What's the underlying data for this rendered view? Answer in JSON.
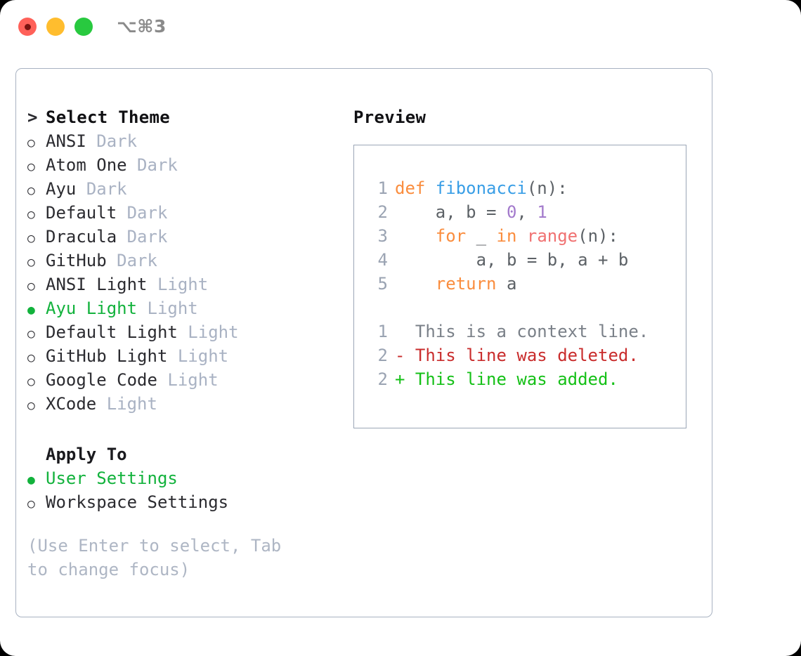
{
  "window": {
    "shortcut": "⌥⌘3",
    "traffic_lights": [
      "close-red",
      "minimize-yellow",
      "zoom-green"
    ]
  },
  "left": {
    "heading": "Select Theme",
    "heading_marker": ">",
    "themes": [
      {
        "name": "ANSI",
        "tag": "Dark",
        "selected": false
      },
      {
        "name": "Atom One",
        "tag": "Dark",
        "selected": false
      },
      {
        "name": "Ayu",
        "tag": "Dark",
        "selected": false
      },
      {
        "name": "Default",
        "tag": "Dark",
        "selected": false
      },
      {
        "name": "Dracula",
        "tag": "Dark",
        "selected": false
      },
      {
        "name": "GitHub",
        "tag": "Dark",
        "selected": false
      },
      {
        "name": "ANSI Light",
        "tag": "Light",
        "selected": false
      },
      {
        "name": "Ayu Light",
        "tag": "Light",
        "selected": true
      },
      {
        "name": "Default Light",
        "tag": "Light",
        "selected": false
      },
      {
        "name": "GitHub Light",
        "tag": "Light",
        "selected": false
      },
      {
        "name": "Google Code",
        "tag": "Light",
        "selected": false
      },
      {
        "name": "XCode",
        "tag": "Light",
        "selected": false
      }
    ],
    "apply_to_heading": "Apply To",
    "apply_to_options": [
      {
        "name": "User Settings",
        "selected": true
      },
      {
        "name": "Workspace Settings",
        "selected": false
      }
    ],
    "hint": "(Use Enter to select, Tab to change focus)"
  },
  "right": {
    "preview_title": "Preview",
    "code_lines": [
      {
        "num": "1",
        "tokens": [
          {
            "t": "def ",
            "c": "kw"
          },
          {
            "t": "fibonacci",
            "c": "fn"
          },
          {
            "t": "(n):",
            "c": "plain"
          }
        ]
      },
      {
        "num": "2",
        "tokens": [
          {
            "t": "    a, b = ",
            "c": "plain"
          },
          {
            "t": "0",
            "c": "num"
          },
          {
            "t": ", ",
            "c": "plain"
          },
          {
            "t": "1",
            "c": "num"
          }
        ]
      },
      {
        "num": "3",
        "tokens": [
          {
            "t": "    ",
            "c": "plain"
          },
          {
            "t": "for",
            "c": "kw"
          },
          {
            "t": " _ ",
            "c": "plain"
          },
          {
            "t": "in",
            "c": "kw"
          },
          {
            "t": " ",
            "c": "plain"
          },
          {
            "t": "range",
            "c": "built"
          },
          {
            "t": "(n):",
            "c": "plain"
          }
        ]
      },
      {
        "num": "4",
        "tokens": [
          {
            "t": "        a, b = b, a + b",
            "c": "plain"
          }
        ]
      },
      {
        "num": "5",
        "tokens": [
          {
            "t": "    ",
            "c": "plain"
          },
          {
            "t": "return",
            "c": "kw"
          },
          {
            "t": " a",
            "c": "plain"
          }
        ]
      }
    ],
    "diff_lines": [
      {
        "num": "1",
        "sign": " ",
        "text": "This is a context line.",
        "kind": "ctx"
      },
      {
        "num": "2",
        "sign": "-",
        "text": "This line was deleted.",
        "kind": "del"
      },
      {
        "num": "2",
        "sign": "+",
        "text": "This line was added.",
        "kind": "add"
      }
    ]
  },
  "colors": {
    "accent_green": "#12B23C",
    "tag_gray": "#A9B2C3",
    "border": "#A8B2C1",
    "preview_border": "#9BA6B6",
    "keyword": "#FA8D3E",
    "function": "#399EE6",
    "number": "#A37ACC",
    "builtin": "#F07171",
    "plain": "#5C6166",
    "gutter": "#9AA3B2",
    "diff_context": "#7A8088",
    "diff_deleted": "#C92C2C",
    "diff_added": "#15C017",
    "traffic_red": "#FF6159",
    "traffic_yellow": "#FFBD2E",
    "traffic_green": "#28C93F",
    "shortcut_gray": "#8A8A8A"
  }
}
